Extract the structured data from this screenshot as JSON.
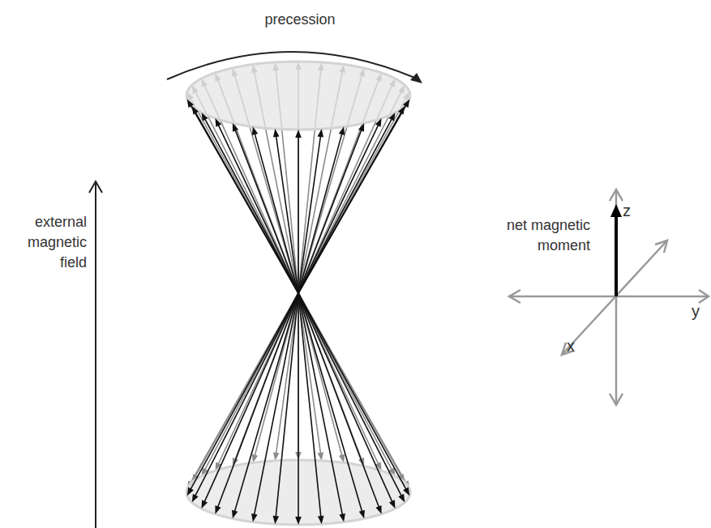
{
  "diagram": {
    "labels": [
      "precession",
      "external magnetic field",
      "net magnetic moment",
      "z",
      "y",
      "x"
    ]
  }
}
